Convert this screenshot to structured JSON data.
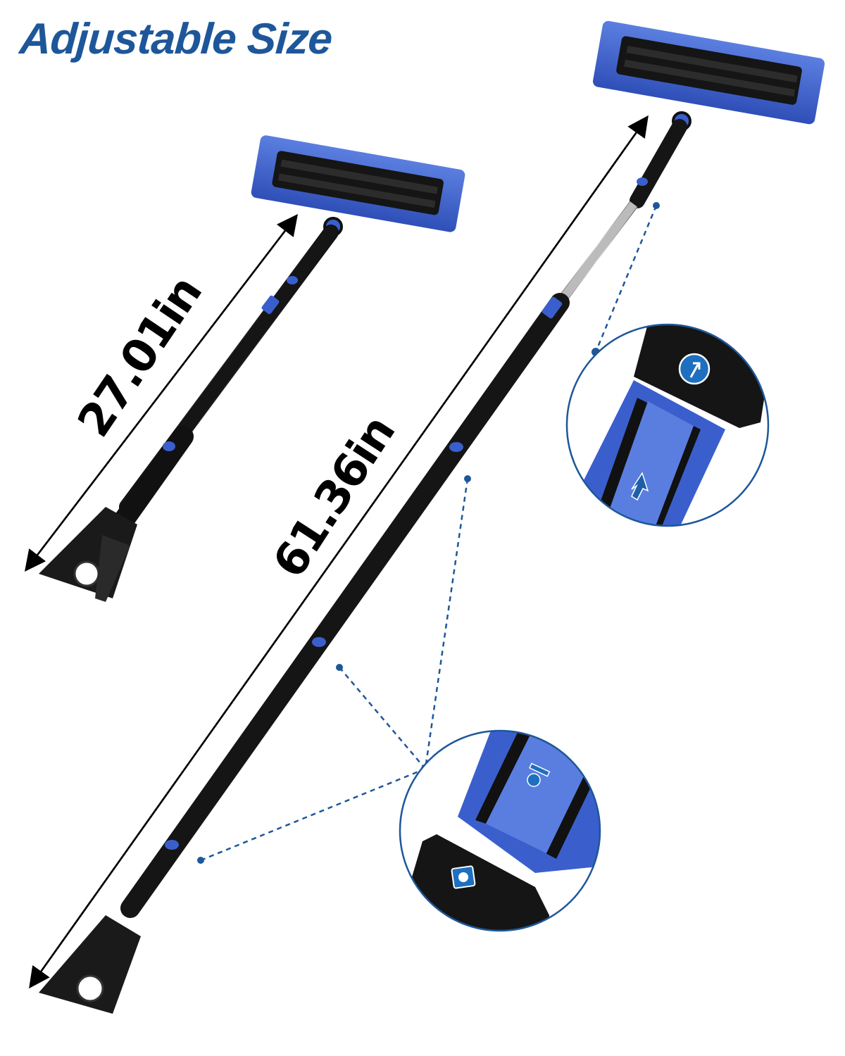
{
  "title": "Adjustable Size",
  "measurements": {
    "short": {
      "label": "27.01in",
      "value": 27.01,
      "unit": "in"
    },
    "long": {
      "label": "61.36in",
      "value": 61.36,
      "unit": "in"
    }
  },
  "callouts": [
    {
      "name": "lock-detail-upper",
      "icons": [
        "arrow-up-circle-icon",
        "arrow-up-icon"
      ]
    },
    {
      "name": "lock-detail-lower",
      "icons": [
        "lock-open-icon",
        "lock-square-icon"
      ]
    }
  ],
  "colors": {
    "title": "#1e5799",
    "accent_blue": "#3a5fcd",
    "handle_black": "#1a1a1a",
    "dashed_line": "#1e5799",
    "circle_border": "#1e5799"
  }
}
